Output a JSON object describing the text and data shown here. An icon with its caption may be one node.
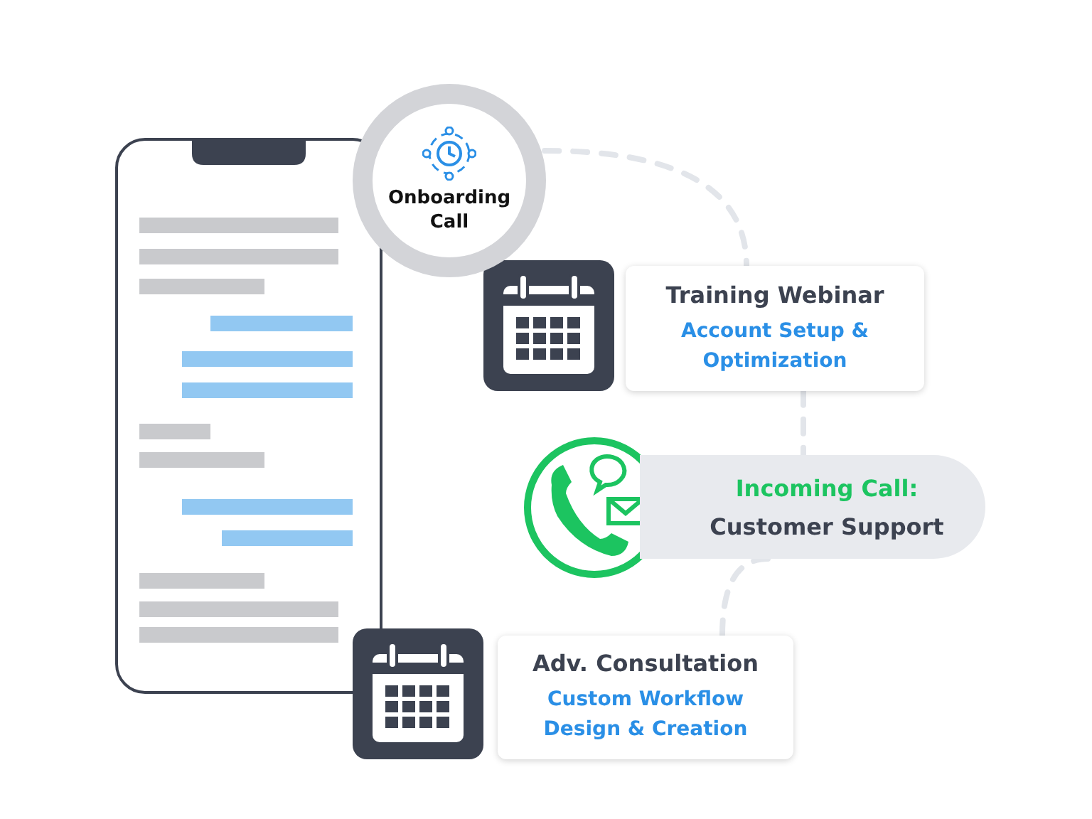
{
  "diagram": {
    "nodes": [
      {
        "text": [
          "Onboarding Call"
        ]
      },
      {
        "text": [
          "Training Webinar",
          "Account Setup & Optimization"
        ]
      },
      {
        "text": [
          "Incoming Call:",
          "Customer Support"
        ]
      },
      {
        "text": [
          "Adv. Consultation",
          "Custom Workflow Design & Creation"
        ]
      }
    ],
    "edges": [
      {
        "from": 0,
        "to": 1,
        "arrow": "none",
        "style": "dashed"
      },
      {
        "from": 1,
        "to": 2,
        "arrow": "none",
        "style": "dashed"
      },
      {
        "from": 2,
        "to": 3,
        "arrow": "none",
        "style": "dashed"
      }
    ]
  }
}
